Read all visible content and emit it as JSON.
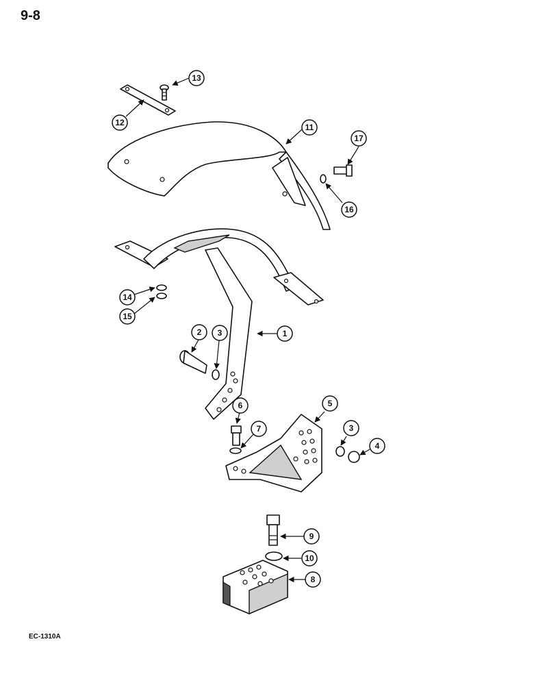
{
  "header": {
    "page_number": "9-8"
  },
  "footer": {
    "figure_code": "EC-1310A"
  },
  "callouts": {
    "c1": "1",
    "c2": "2",
    "c3a": "3",
    "c3b": "3",
    "c4": "4",
    "c5": "5",
    "c6": "6",
    "c7": "7",
    "c8": "8",
    "c9": "9",
    "c10": "10",
    "c11": "11",
    "c12": "12",
    "c13": "13",
    "c14": "14",
    "c15": "15",
    "c16": "16",
    "c17": "17"
  }
}
